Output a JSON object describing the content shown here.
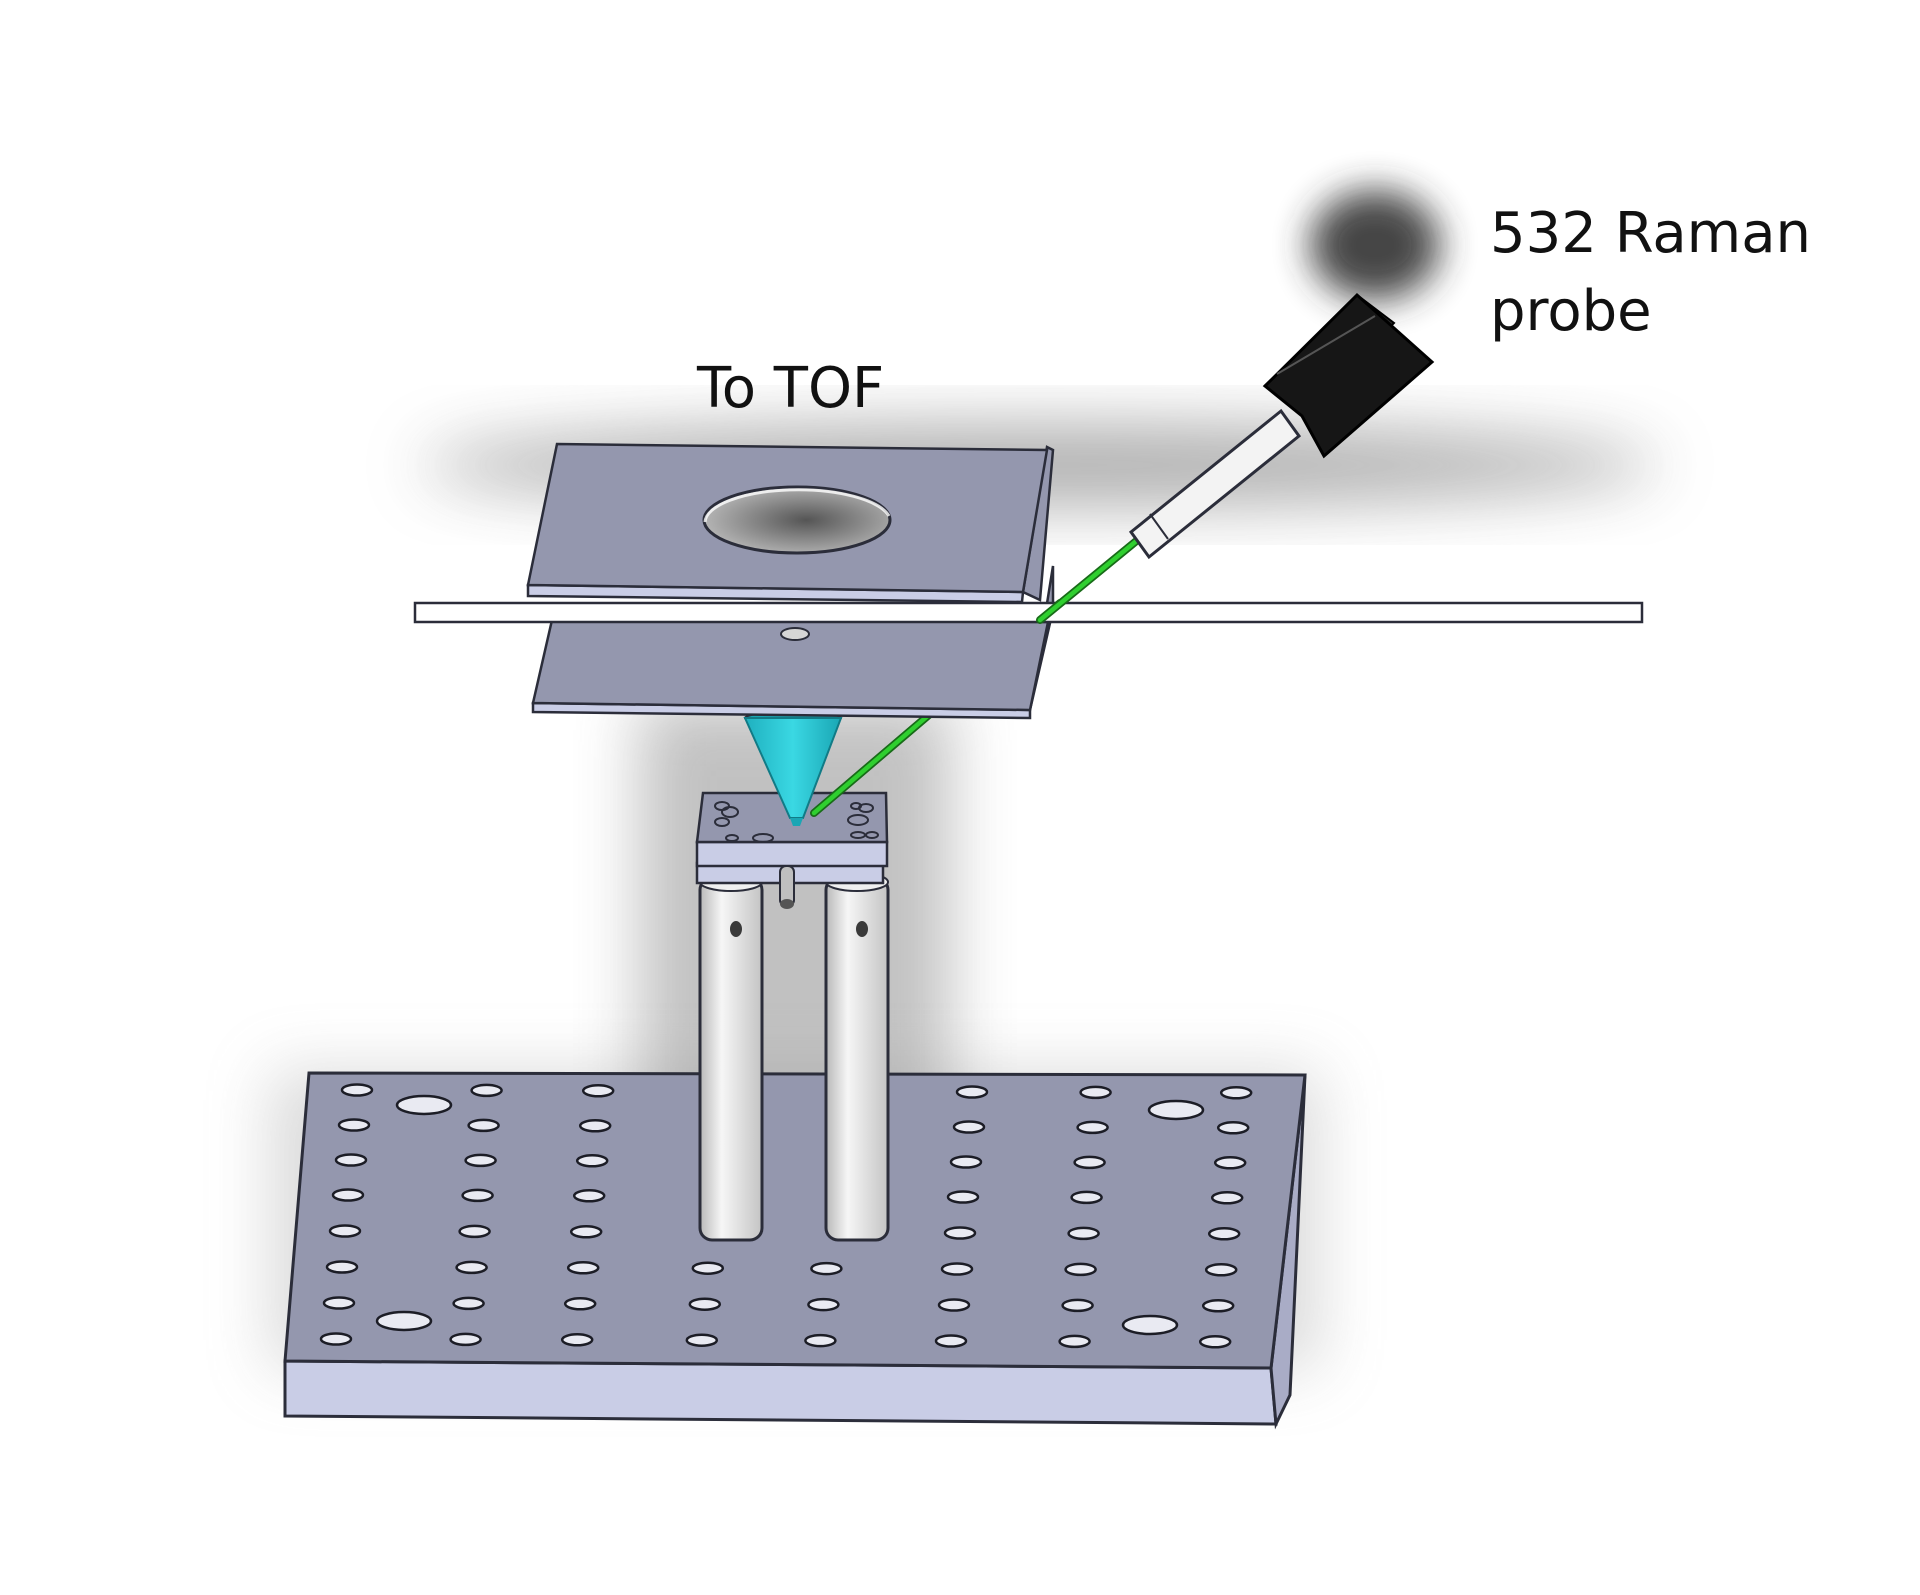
{
  "labels": {
    "tof": "To TOF",
    "raman_line1": "532 Raman",
    "raman_line2": "probe"
  },
  "colors": {
    "plate_top": "#9497ae",
    "plate_side": "#c9cde6",
    "plate_edge": "#2b2d3a",
    "cone": "#25c2cf",
    "laser_beam": "#2fcf2f",
    "probe_body": "#181818",
    "rods": "#e4e4e4",
    "sample_bar": "#ffffff"
  },
  "icons": {
    "probe": "raman-probe-icon",
    "cone": "plume-cone-icon"
  }
}
